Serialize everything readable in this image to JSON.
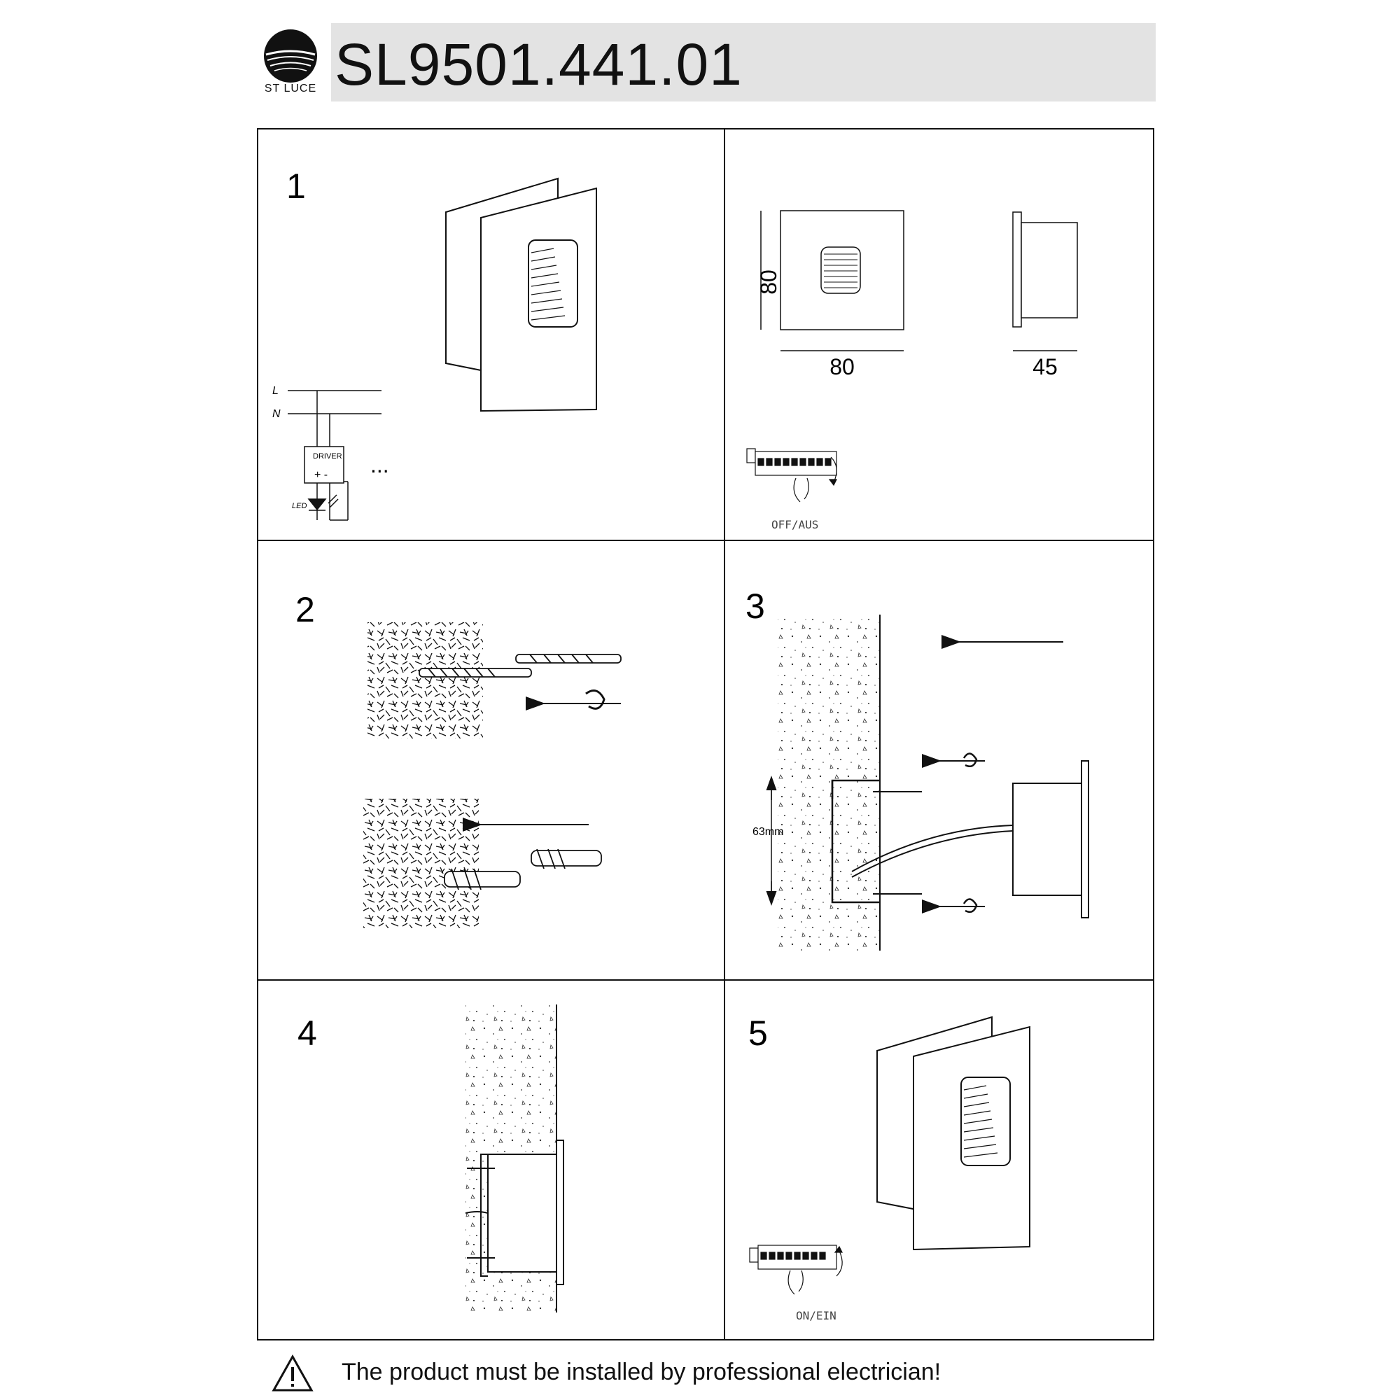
{
  "header": {
    "brand": "ST LUCE",
    "model": "SL9501.441.01"
  },
  "steps": {
    "s1": "1",
    "s2": "2",
    "s3": "3",
    "s4": "4",
    "s5": "5"
  },
  "wiring": {
    "L": "L",
    "N": "N",
    "driver": "DRIVER",
    "polarity": "+  -",
    "led": "LED",
    "more": "..."
  },
  "dimensions": {
    "height": "80",
    "width": "80",
    "depth": "45"
  },
  "switch": {
    "off": "OFF/AUS",
    "on": "ON/EIN"
  },
  "install": {
    "spacing": "63mm"
  },
  "footer": {
    "warning": "The product must be installed by professional electrician!"
  }
}
